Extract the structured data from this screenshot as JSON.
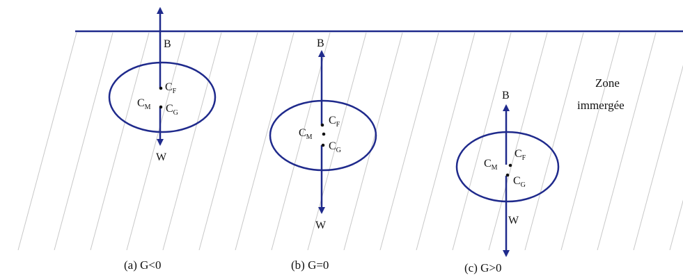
{
  "colors": {
    "stroke": "#1f2a8c",
    "hatch": "#c8c8c8",
    "text": "#111111"
  },
  "zone_label": {
    "line1": "Zone",
    "line2": "immergée"
  },
  "cases": [
    {
      "caption": "(a) G<0",
      "buoyancy": "B",
      "weight": "W",
      "cf": {
        "main": "C",
        "sub": "F"
      },
      "cm": {
        "main": "C",
        "sub": "M"
      },
      "cg": {
        "main": "C",
        "sub": "G"
      }
    },
    {
      "caption": "(b) G=0",
      "buoyancy": "B",
      "weight": "W",
      "cf": {
        "main": "C",
        "sub": "F"
      },
      "cm": {
        "main": "C",
        "sub": "M"
      },
      "cg": {
        "main": "C",
        "sub": "G"
      }
    },
    {
      "caption": "(c) G>0",
      "buoyancy": "B",
      "weight": "W",
      "cf": {
        "main": "C",
        "sub": "F"
      },
      "cm": {
        "main": "C",
        "sub": "M"
      },
      "cg": {
        "main": "C",
        "sub": "G"
      }
    }
  ]
}
